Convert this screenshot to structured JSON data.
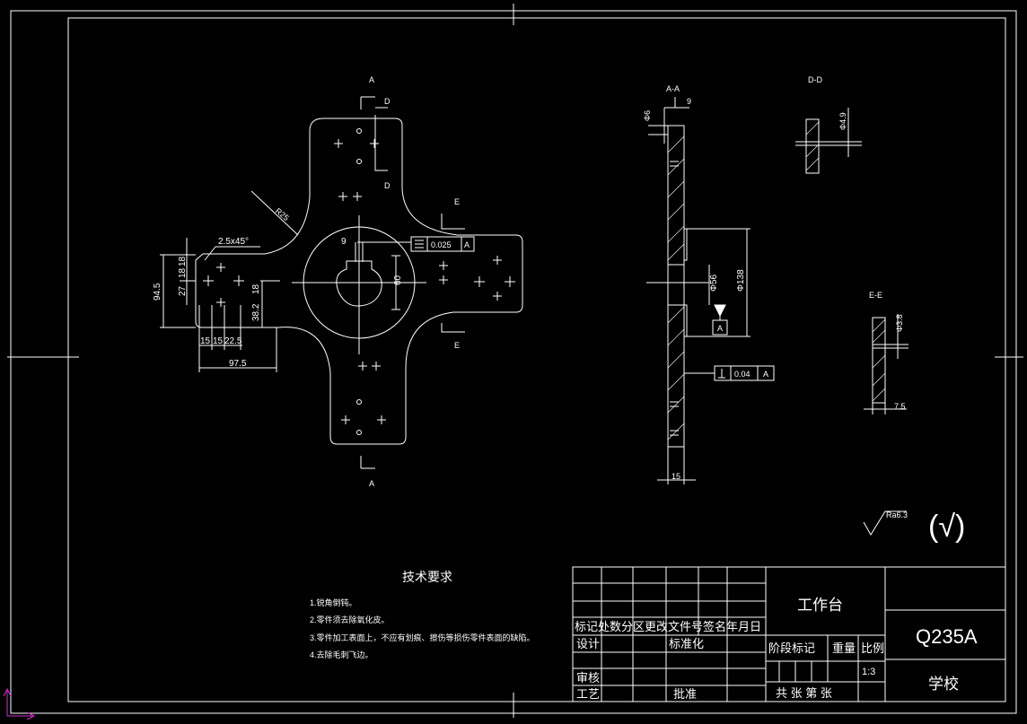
{
  "colors": {
    "background": "#000000",
    "lines": "#ffffff",
    "ucs_icon": "#cc33cc"
  },
  "views": {
    "front": {
      "section_a_top": "A",
      "section_a_bottom": "A",
      "section_d_top": "D",
      "section_d_bottom": "D",
      "section_e_top": "E",
      "section_e_bottom": "E"
    },
    "section_aa": {
      "title": "A-A"
    },
    "section_dd": {
      "title": "D-D"
    },
    "section_ee": {
      "title": "E-E"
    }
  },
  "dimensions": {
    "r25": "R25",
    "chamfer": "2.5x45°",
    "d9": "9",
    "d60": "60",
    "d94_5": "94.5",
    "d18a": "18",
    "d18b": "18",
    "d27": "27",
    "d38_2": "38.2",
    "d18c": "18",
    "d15a": "15",
    "d15b": "15",
    "d22_5": "22.5",
    "d97_5": "97.5",
    "phi6": "Φ6",
    "aa_9": "9",
    "phi56": "Φ56",
    "phi138": "Φ138",
    "aa_15": "15",
    "phi4_9": "Φ4.9",
    "phi3_8": "Φ3.8",
    "ee_7_5": "7.5"
  },
  "tolerances": {
    "flatness": {
      "value": "0.025",
      "datum": "A"
    },
    "datum_box": "A",
    "perp": {
      "value": "0.04",
      "datum": "A"
    }
  },
  "roughness": {
    "label": "Ra6.3",
    "other": "(√)"
  },
  "tech": {
    "title": "技术要求",
    "items": [
      "1.锐角倒钝。",
      "2.零件须去除氧化皮。",
      "3.零件加工表面上，不应有划痕、擦伤等损伤零件表面的缺陷。",
      "4.去除毛刺飞边。"
    ]
  },
  "titleblock": {
    "headers": "标记处数分区更改文件号签名年月日",
    "design": "设计",
    "standard": "标准化",
    "review": "审核",
    "process": "工艺",
    "approve": "批准",
    "part_name": "工作台",
    "stage": "阶段标记",
    "weight": "重量",
    "scale_label": "比例",
    "scale_value": "1:3",
    "sheets": "共  张  第  张",
    "material": "Q235A",
    "company": "学校"
  }
}
